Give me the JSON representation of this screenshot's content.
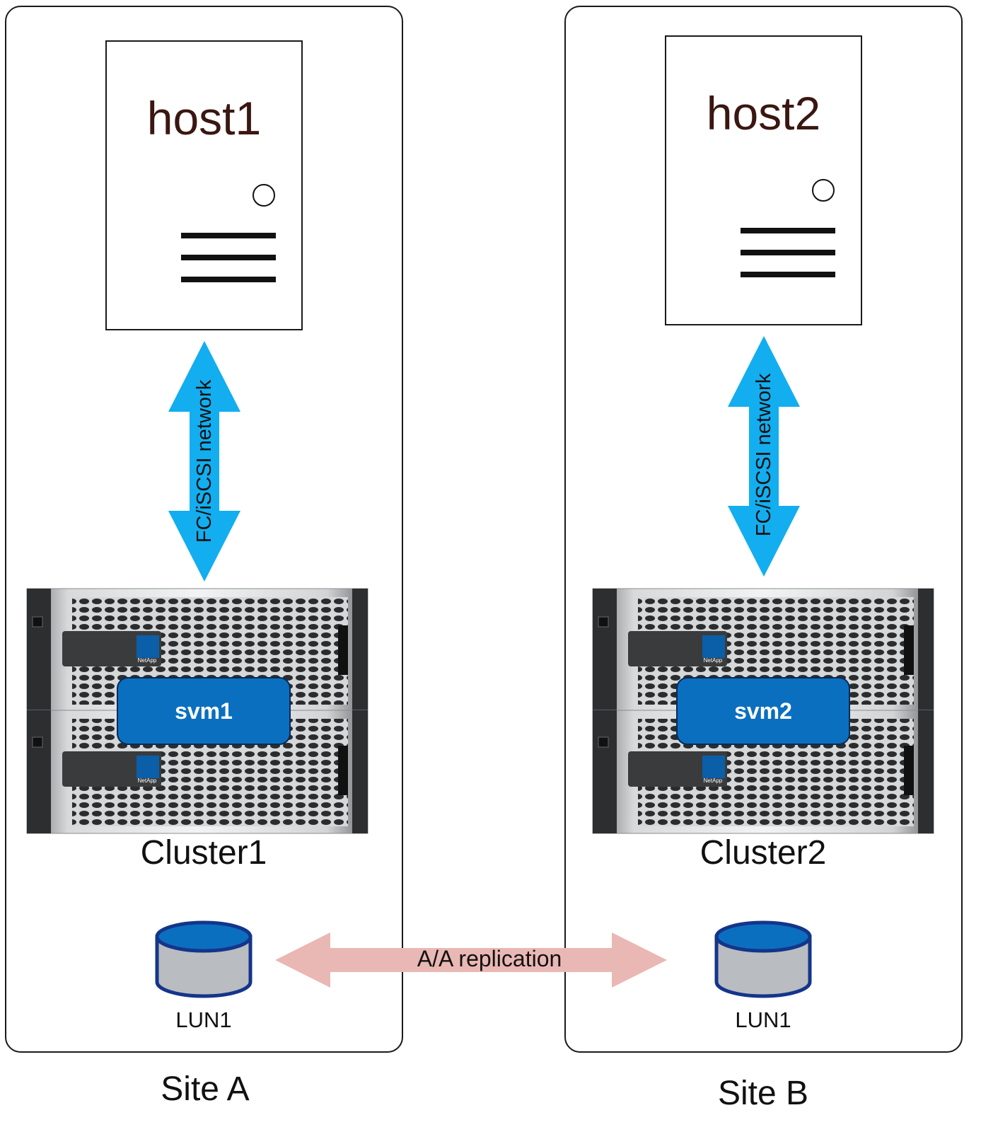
{
  "sites": [
    {
      "site_label": "Site A",
      "host_label": "host1",
      "network_label": "FC/iSCSI network",
      "svm_label": "svm1",
      "cluster_label": "Cluster1",
      "lun_label": "LUN1",
      "brand_label": "NetApp"
    },
    {
      "site_label": "Site B",
      "host_label": "host2",
      "network_label": "FC/iSCSI network",
      "svm_label": "svm2",
      "cluster_label": "Cluster2",
      "lun_label": "LUN1",
      "brand_label": "NetApp"
    }
  ],
  "replication_label": "A/A replication",
  "colors": {
    "network_arrow": "#12aeef",
    "replication_arrow": "#eab8b4",
    "svm_fill": "#0b6fbf",
    "host_text": "#3b1712",
    "lun_top": "#0b6fbf",
    "lun_body": "#b9bcc0"
  },
  "icons": [
    "server-icon",
    "storage-array-icon",
    "database-icon",
    "netapp-logo-icon"
  ]
}
